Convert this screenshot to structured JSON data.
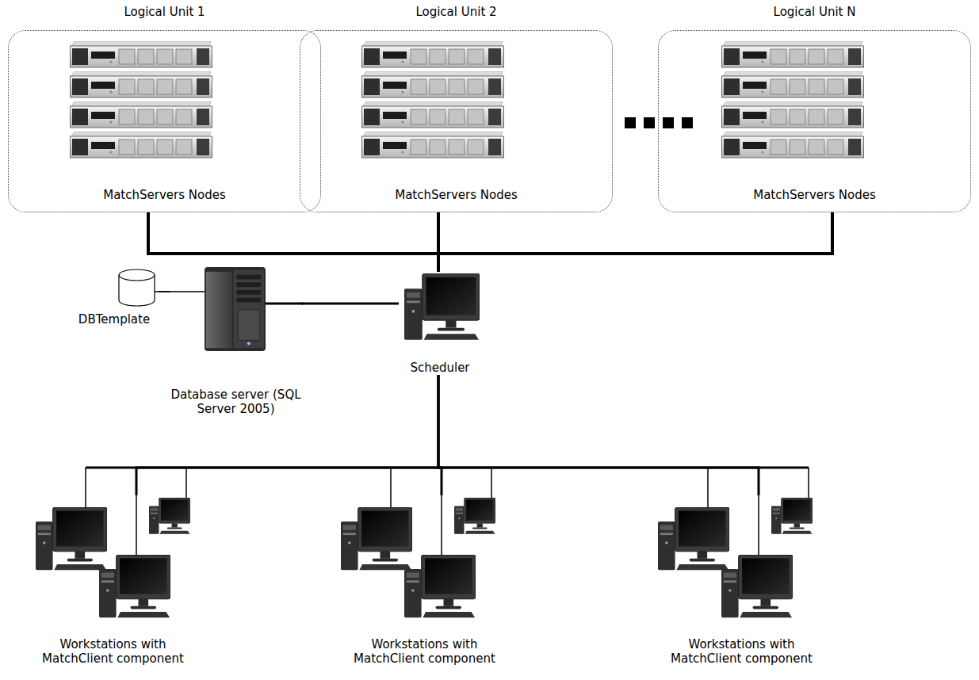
{
  "diagram": {
    "nodes": [
      {
        "text": [
          "Logical Unit 1",
          "MatchServers Nodes"
        ]
      },
      {
        "text": [
          "Logical Unit 2",
          "MatchServers Nodes"
        ]
      },
      {
        "text": [
          "Logical Unit N",
          "MatchServers Nodes"
        ]
      },
      {
        "text": [
          "DBTemplate"
        ]
      },
      {
        "text": [
          "Database server (SQL Server 2005)"
        ]
      },
      {
        "text": [
          "Scheduler"
        ]
      },
      {
        "text": [
          "Workstations with MatchClient component"
        ]
      },
      {
        "text": [
          "Workstations with MatchClient component"
        ]
      },
      {
        "text": [
          "Workstations with MatchClient component"
        ]
      }
    ],
    "edges": [
      {
        "from": 0,
        "to": 5,
        "arrow": "none"
      },
      {
        "from": 1,
        "to": 5,
        "arrow": "none"
      },
      {
        "from": 2,
        "to": 5,
        "arrow": "none"
      },
      {
        "from": 3,
        "to": 4,
        "arrow": "none"
      },
      {
        "from": 4,
        "to": 5,
        "arrow": "none"
      },
      {
        "from": 5,
        "to": 6,
        "arrow": "none"
      },
      {
        "from": 5,
        "to": 7,
        "arrow": "none"
      },
      {
        "from": 5,
        "to": 8,
        "arrow": "none"
      }
    ]
  }
}
